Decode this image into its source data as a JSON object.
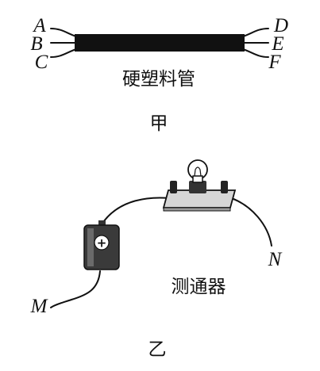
{
  "figure_a": {
    "left_ends": [
      "A",
      "B",
      "C"
    ],
    "right_ends": [
      "D",
      "E",
      "F"
    ],
    "tube_label": "硬塑料管",
    "caption": "甲"
  },
  "figure_b": {
    "terminal_m": "M",
    "terminal_n": "N",
    "device_label": "测通器",
    "caption": "乙",
    "battery_symbol": "+"
  }
}
